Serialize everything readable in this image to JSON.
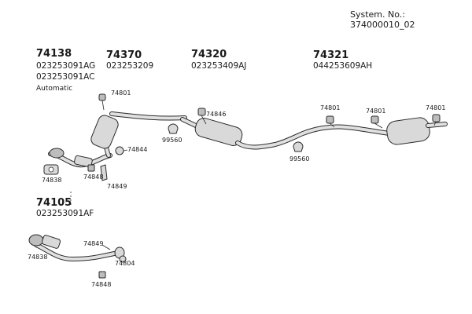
{
  "system_no": "System. No.: 374000010_02",
  "groups": {
    "g74138": {
      "number": "74138",
      "codes": [
        "023253091AG",
        "023253091AC"
      ],
      "note": "Automatic"
    },
    "g74370": {
      "number": "74370",
      "codes": [
        "023253209"
      ]
    },
    "g74320": {
      "number": "74320",
      "codes": [
        "023253409AJ"
      ]
    },
    "g74321": {
      "number": "74321",
      "codes": [
        "044253609AH"
      ]
    },
    "g74105": {
      "number": "74105",
      "codes": [
        "023253091AF"
      ]
    }
  },
  "callouts": {
    "c74801_a": "74801",
    "c74801_b": "74801",
    "c74801_c": "74801",
    "c74801_d": "74801",
    "c74846": "74846",
    "c99560_a": "99560",
    "c99560_b": "99560",
    "c74844": "74844",
    "c74838_a": "74838",
    "c74848_a": "74848",
    "c74849_a": "74849",
    "c74849_b": "74849",
    "c74838_b": "74838",
    "c74804": "74804",
    "c74848_b": "74848"
  }
}
